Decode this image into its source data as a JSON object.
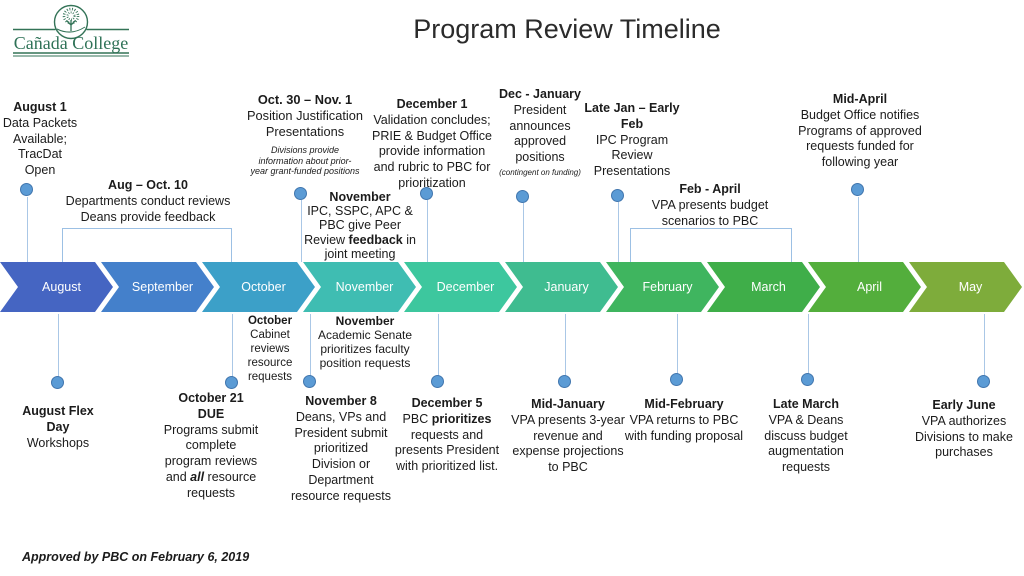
{
  "logo": {
    "name": "Cañada College"
  },
  "title": "Program Review Timeline",
  "footer": "Approved by PBC on February 6, 2019",
  "timeline": {
    "months": [
      {
        "label": "August",
        "color": "#4565C2"
      },
      {
        "label": "September",
        "color": "#4480CB"
      },
      {
        "label": "October",
        "color": "#3CA0C8"
      },
      {
        "label": "November",
        "color": "#3FBDB2"
      },
      {
        "label": "December",
        "color": "#3DC79E"
      },
      {
        "label": "January",
        "color": "#3FBC90"
      },
      {
        "label": "February",
        "color": "#3FB55F"
      },
      {
        "label": "March",
        "color": "#3FAE49"
      },
      {
        "label": "April",
        "color": "#53AE3C"
      },
      {
        "label": "May",
        "color": "#7EAC3B"
      }
    ]
  },
  "callouts_top": {
    "august1": {
      "heading": "August 1",
      "lines": [
        "Data Packets",
        "Available;",
        "TracDat",
        "Open"
      ]
    },
    "aug_oct10": {
      "heading": "Aug – Oct. 10",
      "lines": [
        "Departments conduct reviews",
        "Deans provide feedback"
      ]
    },
    "oct30_nov1": {
      "heading": "Oct. 30 – Nov. 1",
      "lines": [
        "Position Justification",
        "Presentations"
      ],
      "note_lines": [
        "Divisions provide",
        "information about prior-",
        "year grant-funded positions"
      ]
    },
    "november": {
      "heading": "November",
      "l1": "IPC, SSPC, APC &",
      "l2": "PBC give Peer",
      "l3a": "Review ",
      "l3b": "feedback",
      "l3c": " in",
      "l4": "joint meeting"
    },
    "december1": {
      "heading": "December 1",
      "lines": [
        "Validation concludes;",
        "PRIE & Budget Office",
        "provide information",
        "and rubric to PBC for",
        "prioritization"
      ]
    },
    "dec_january": {
      "heading": "Dec - January",
      "lines": [
        "President",
        "announces",
        "approved",
        "positions"
      ],
      "note": "(contingent on funding)"
    },
    "late_jan_feb": {
      "heading_l1": "Late Jan – Early",
      "heading_l2": "Feb",
      "lines": [
        "IPC Program",
        "Review",
        "Presentations"
      ]
    },
    "feb_april": {
      "heading": "Feb - April",
      "lines": [
        "VPA presents budget",
        "scenarios to PBC"
      ]
    },
    "mid_april": {
      "heading": "Mid-April",
      "lines": [
        "Budget Office notifies",
        "Programs of approved",
        "requests funded for",
        "following year"
      ]
    }
  },
  "below_timeline": {
    "october_cabinet": {
      "heading": "October",
      "lines": [
        "Cabinet",
        "reviews",
        "resource",
        "requests"
      ]
    },
    "november_senate": {
      "heading": "November",
      "lines": [
        "Academic Senate",
        "prioritizes faculty",
        "position requests"
      ]
    }
  },
  "callouts_bottom": {
    "august_flex": {
      "heading_l1": "August Flex",
      "heading_l2": "Day",
      "lines": [
        "Workshops"
      ]
    },
    "october21": {
      "heading_l1": "October 21",
      "heading_l2": "DUE",
      "l1": "Programs submit",
      "l2": "complete",
      "l3": "program reviews",
      "l4a": "and ",
      "l4b": "all",
      "l4c": " resource",
      "l5": "requests"
    },
    "november8": {
      "heading": "November 8",
      "lines": [
        "Deans, VPs and",
        "President submit",
        "prioritized",
        "Division or",
        "Department",
        "resource requests"
      ]
    },
    "december5": {
      "heading": "December 5",
      "l1a": "PBC ",
      "l1b": "prioritizes",
      "l2": "requests and",
      "l3": "presents President",
      "l4": "with prioritized list."
    },
    "mid_january": {
      "heading": "Mid-January",
      "lines": [
        "VPA presents 3-year",
        "revenue and",
        "expense projections",
        "to PBC"
      ]
    },
    "mid_february": {
      "heading": "Mid-February",
      "lines": [
        "VPA returns to PBC",
        "with funding proposal"
      ]
    },
    "late_march": {
      "heading": "Late March",
      "lines": [
        "VPA & Deans",
        "discuss budget",
        "augmentation",
        "requests"
      ]
    },
    "early_june": {
      "heading": "Early June",
      "lines": [
        "VPA authorizes",
        "Divisions to make",
        "purchases"
      ]
    }
  }
}
